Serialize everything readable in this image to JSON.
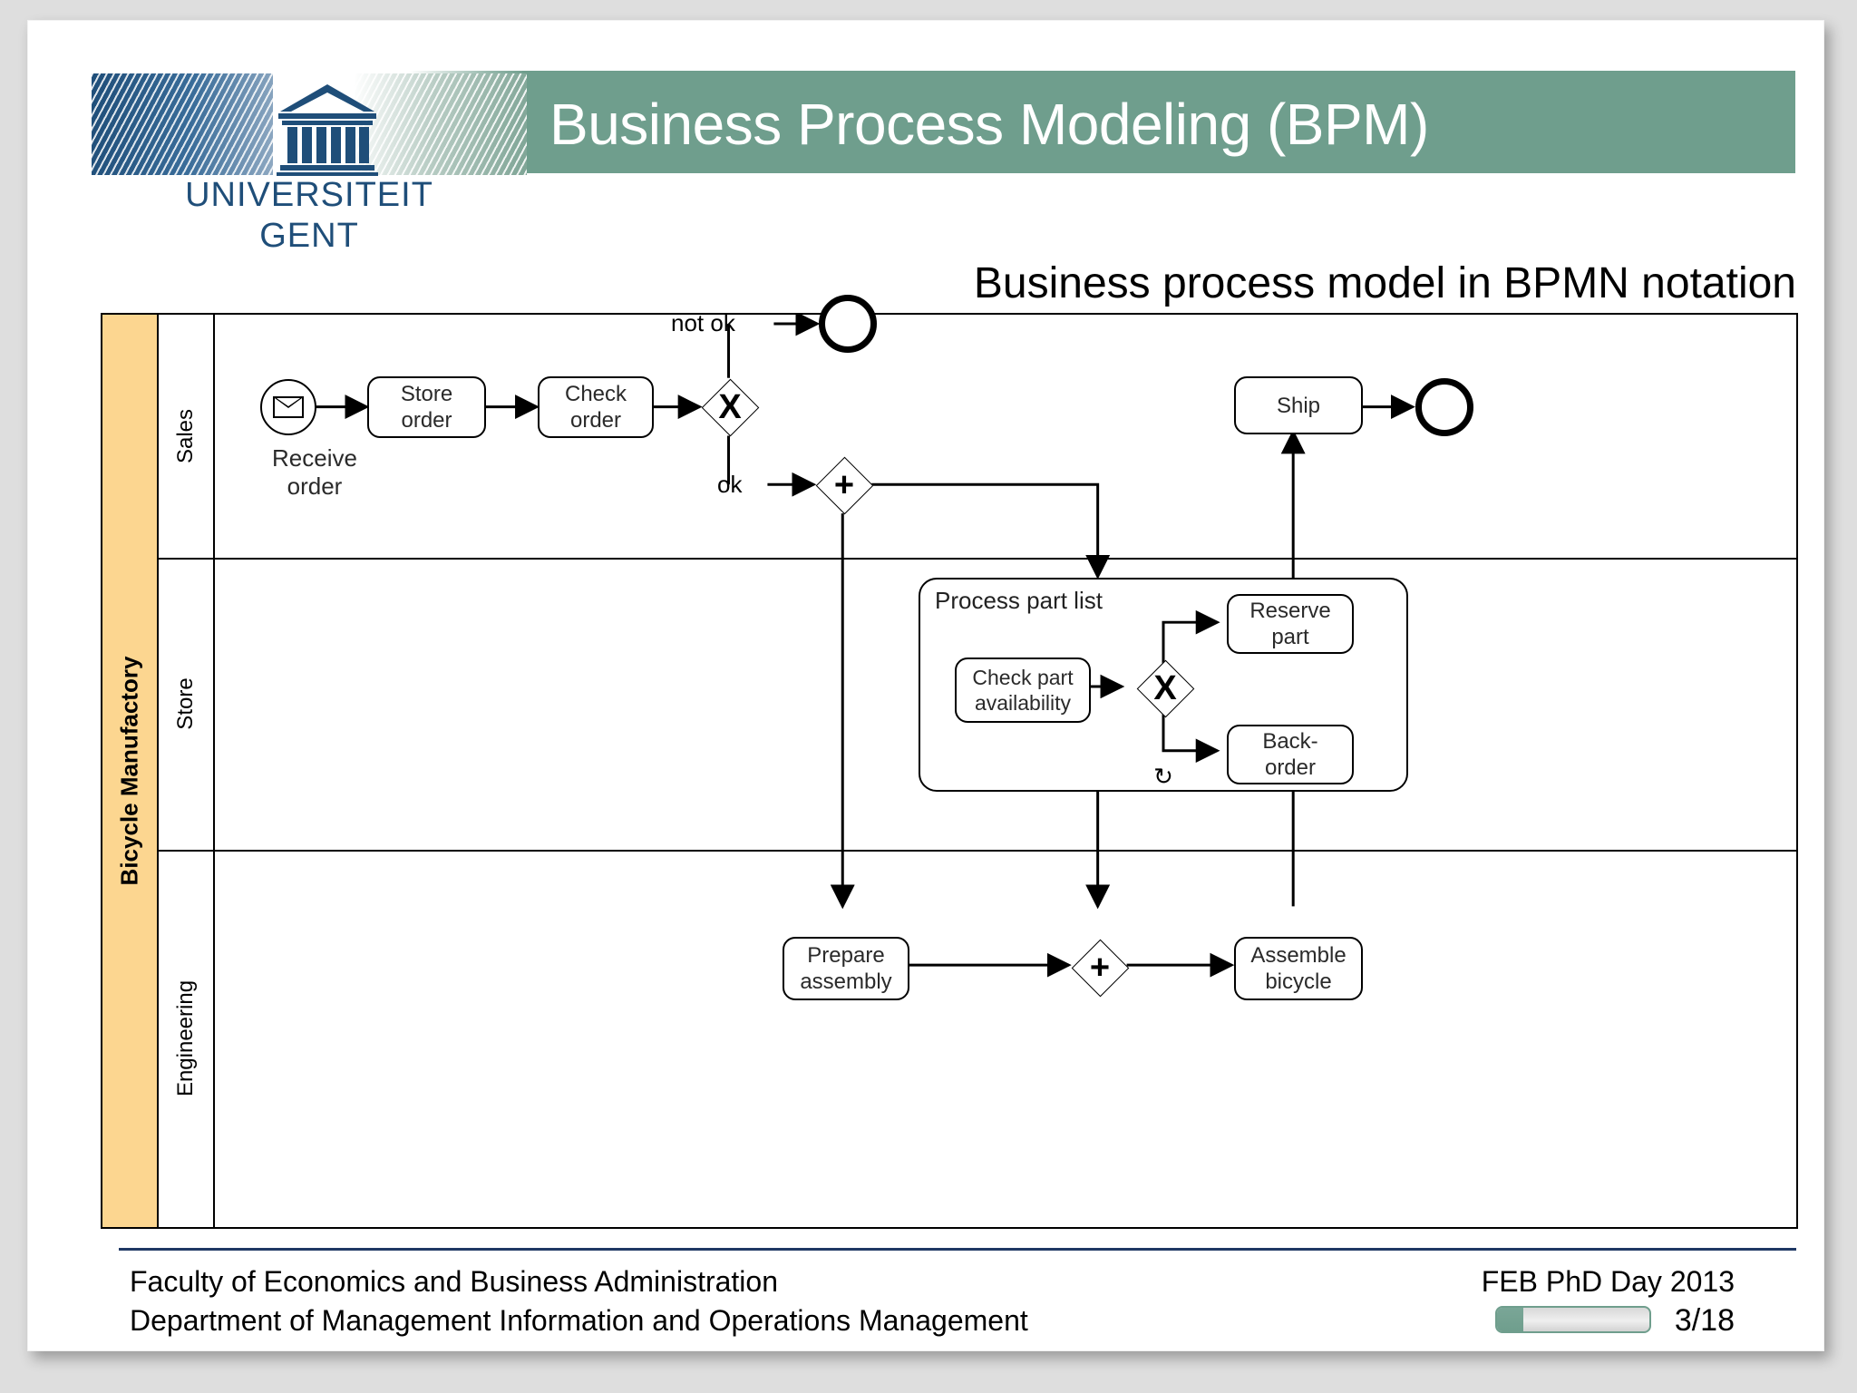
{
  "slide": {
    "title": "Business Process Modeling (BPM)",
    "subtitle": "Business process model in BPMN notation"
  },
  "logo": {
    "line1": "UNIVERSITEIT",
    "line2": "GENT",
    "icon": "greek-temple-icon"
  },
  "diagram": {
    "pool_label": "Bicycle Manufactory",
    "lanes": [
      {
        "label": "Sales"
      },
      {
        "label": "Store"
      },
      {
        "label": "Engineering"
      }
    ],
    "nodes": {
      "receive_order": "Receive\norder",
      "store_order": "Store\norder",
      "check_order": "Check\norder",
      "xor_check": "X",
      "end_not_ok": "",
      "plus_split": "+",
      "ship": "Ship",
      "end_ship": "",
      "subprocess_title": "Process part list",
      "check_part_availability": "Check part\navailability",
      "xor_part": "X",
      "reserve_part": "Reserve\npart",
      "back_order": "Back-\norder",
      "loop_marker": "↻",
      "prepare_assembly": "Prepare\nassembly",
      "plus_join": "+",
      "assemble_bicycle": "Assemble\nbicycle"
    },
    "edge_labels": {
      "not_ok": "not ok",
      "ok": "ok"
    }
  },
  "footer": {
    "line1": "Faculty of Economics and Business Administration",
    "line2": "Department of Management Information and Operations Management",
    "event": "FEB PhD Day 2013",
    "page": "3/18",
    "progress_percent": 17
  },
  "colors": {
    "header_band": "#6f9e8d",
    "pool_header": "#fcd690",
    "footer_rule": "#1f3864",
    "logo_blue": "#1f4e79"
  }
}
